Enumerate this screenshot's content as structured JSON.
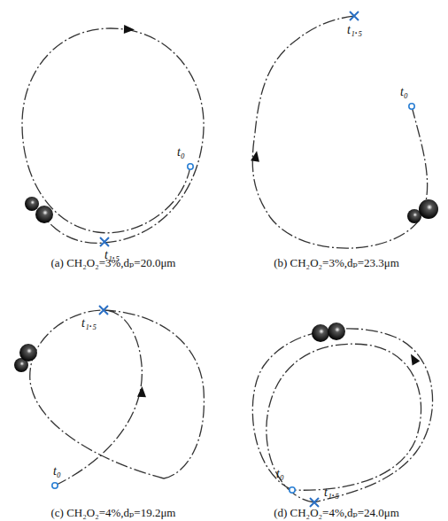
{
  "diagram": {
    "labels": [
      "t₀",
      "t₁.₅",
      "(a) CH₂O₂=3%,dₚ=20.0μm",
      "t₀",
      "t₁.₅",
      "(b) CH₂O₂=3%,dₚ=23.3μm",
      "t₁.₅",
      "t₀",
      "(c) CH₂O₂=4%,dₚ=19.2μm",
      "t₀",
      "t₁.₅",
      "(d) CH₂O₂=4%,dₚ=24.0μm"
    ]
  }
}
